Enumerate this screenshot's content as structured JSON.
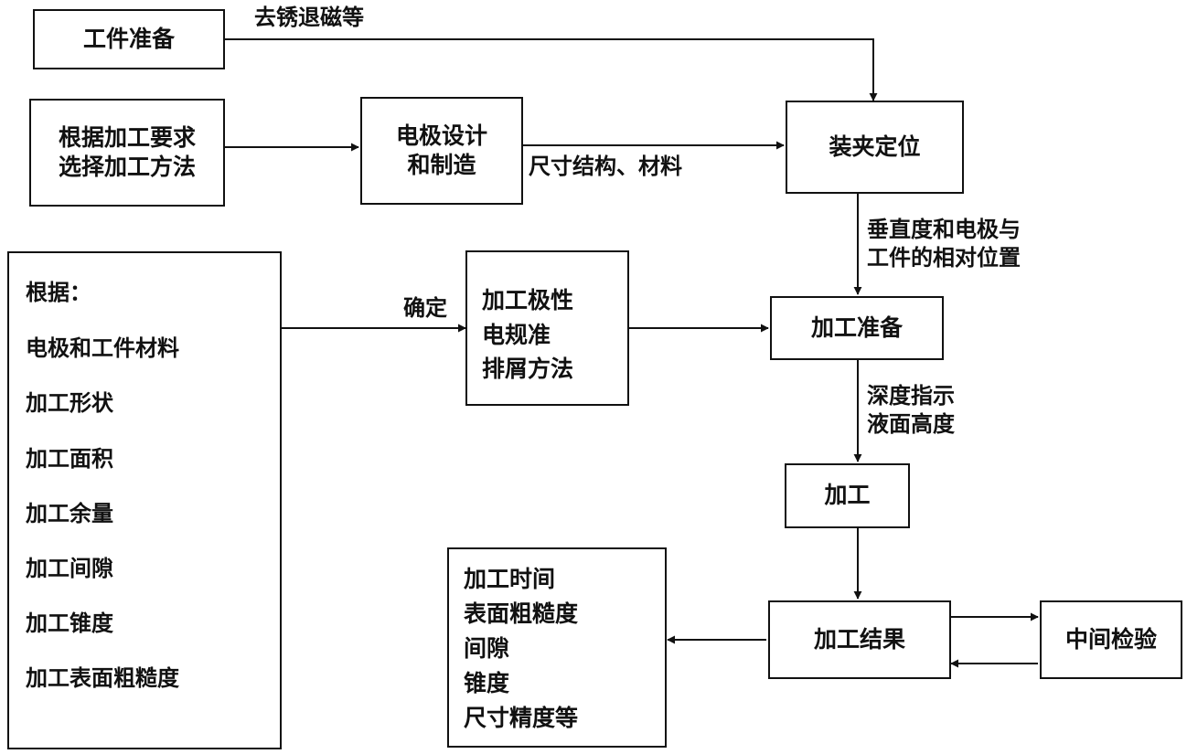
{
  "boxes": {
    "workpiece_prep": "工件准备",
    "select_method": [
      "根据加工要求",
      "选择加工方法"
    ],
    "electrode_design": [
      "电极设计",
      "和制造"
    ],
    "clamping": "装夹定位",
    "basis": {
      "heading": "根据：",
      "items": [
        "电极和工件材料",
        "加工形状",
        "加工面积",
        "加工余量",
        "加工间隙",
        "加工锥度",
        "加工表面粗糙度"
      ]
    },
    "determine_params": [
      "加工极性",
      "电规准",
      "排屑方法"
    ],
    "machining_prep": "加工准备",
    "machining": "加工",
    "result": "加工结果",
    "intermediate_inspection": "中间检验",
    "outputs": [
      "加工时间",
      "表面粗糙度",
      "间隙",
      "锥度",
      "尺寸精度等"
    ]
  },
  "labels": {
    "derust_demagnetize": "去锈退磁等",
    "size_structure_material": "尺寸结构、材料",
    "verticality": [
      "垂直度和电极与",
      "工件的相对位置"
    ],
    "determine": "确定",
    "depth_indication": [
      "深度指示",
      "液面高度"
    ]
  },
  "colors": {
    "line": "#111111",
    "background": "#ffffff"
  }
}
